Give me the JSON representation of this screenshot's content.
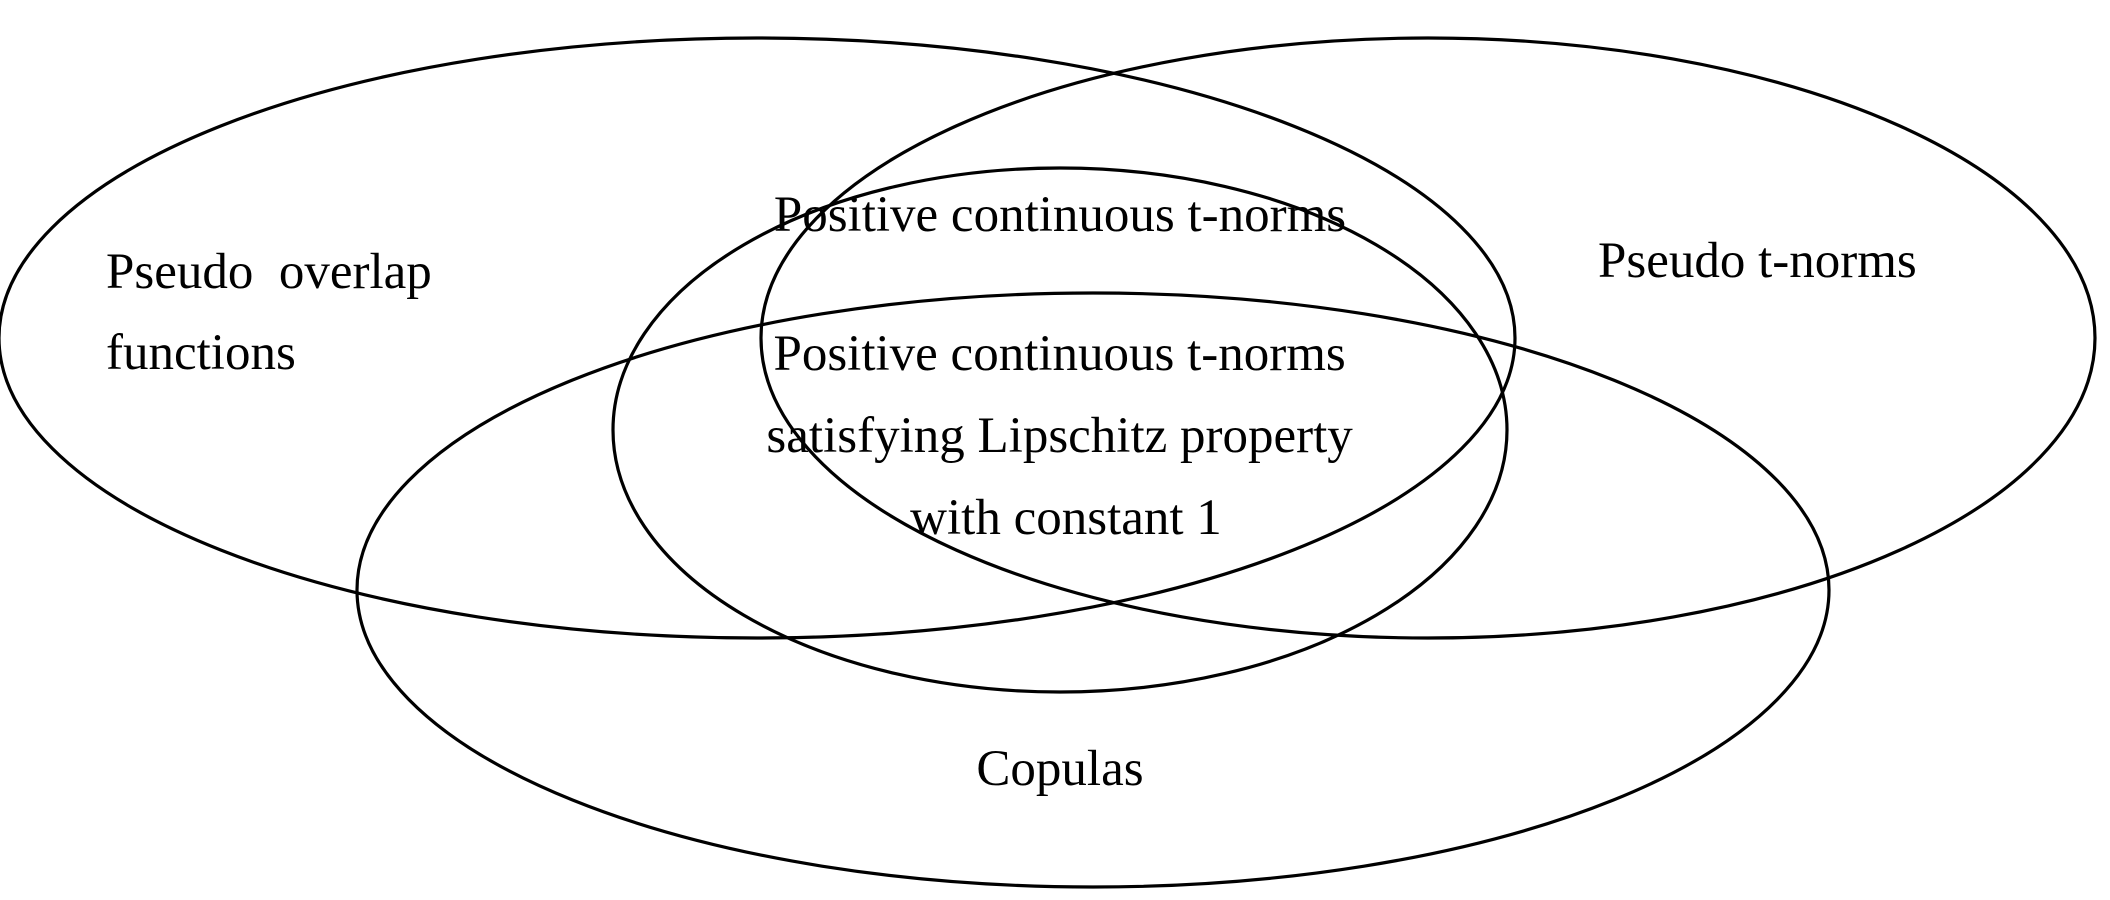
{
  "diagram": {
    "type": "venn",
    "sets": {
      "pseudo_overlap": {
        "label_lines": [
          "Pseudo  overlap",
          "functions"
        ]
      },
      "pseudo_tnorms": {
        "label_lines": [
          "Pseudo t-norms"
        ]
      },
      "copulas": {
        "label_lines": [
          "Copulas"
        ]
      },
      "positive_continuous_tnorms": {
        "label_lines": [
          "Positive continuous t-norms"
        ]
      },
      "lipschitz_intersection": {
        "label_lines": [
          "Positive continuous t-norms",
          "satisfying Lipschitz property",
          "with constant 1"
        ]
      }
    },
    "colors": {
      "stroke": "#000000",
      "background": "#ffffff"
    }
  }
}
